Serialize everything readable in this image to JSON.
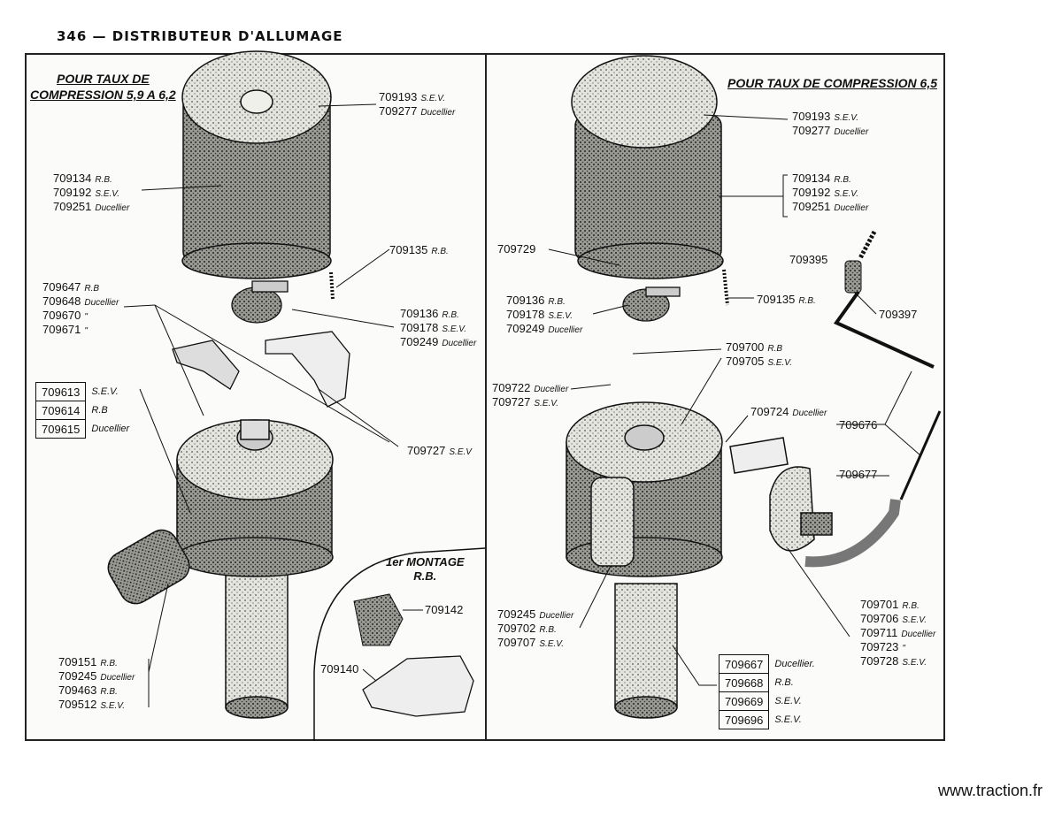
{
  "header": {
    "page_title": "346 — DISTRIBUTEUR D'ALLUMAGE"
  },
  "footer": {
    "site": "www.traction.fr"
  },
  "left_panel": {
    "title_line1": "POUR TAUX DE",
    "title_line2": "COMPRESSION 5,9 A 6,2",
    "labels": [
      {
        "lines": [
          [
            "709193",
            "S.E.V."
          ],
          [
            "709277",
            "Ducellier"
          ]
        ]
      },
      {
        "lines": [
          [
            "709134",
            "R.B."
          ],
          [
            "709192",
            "S.E.V."
          ],
          [
            "709251",
            "Ducellier"
          ]
        ]
      },
      {
        "lines": [
          [
            "709135",
            "R.B."
          ]
        ]
      },
      {
        "lines": [
          [
            "709647",
            "R.B"
          ],
          [
            "709648",
            "Ducellier"
          ],
          [
            "709670",
            "\""
          ],
          [
            "709671",
            "\""
          ]
        ]
      },
      {
        "lines": [
          [
            "709136",
            "R.B."
          ],
          [
            "709178",
            "S.E.V."
          ],
          [
            "709249",
            "Ducellier"
          ]
        ]
      },
      {
        "lines": [
          [
            "709727",
            "S.E.V"
          ]
        ]
      },
      {
        "lines": [
          [
            "709151",
            "R.B."
          ],
          [
            "709245",
            "Ducellier"
          ],
          [
            "709463",
            "R.B."
          ],
          [
            "709512",
            "S.E.V."
          ]
        ]
      }
    ],
    "boxed": [
      {
        "num": "709613",
        "mfr": "S.E.V."
      },
      {
        "num": "709614",
        "mfr": "R.B"
      },
      {
        "num": "709615",
        "mfr": "Ducellier"
      }
    ],
    "montage_line1": "1er MONTAGE",
    "montage_line2": "R.B.",
    "montage_labels": [
      {
        "lines": [
          [
            "709142",
            ""
          ]
        ]
      },
      {
        "lines": [
          [
            "709140",
            ""
          ]
        ]
      }
    ]
  },
  "right_panel": {
    "title": "POUR TAUX DE COMPRESSION 6,5",
    "labels": [
      {
        "lines": [
          [
            "709193",
            "S.E.V."
          ],
          [
            "709277",
            "Ducellier"
          ]
        ]
      },
      {
        "lines": [
          [
            "709134",
            "R.B."
          ],
          [
            "709192",
            "S.E.V."
          ],
          [
            "709251",
            "Ducellier"
          ]
        ]
      },
      {
        "lines": [
          [
            "709729",
            ""
          ]
        ]
      },
      {
        "lines": [
          [
            "709395",
            ""
          ]
        ]
      },
      {
        "lines": [
          [
            "709136",
            "R.B."
          ],
          [
            "709178",
            "S.E.V."
          ],
          [
            "709249",
            "Ducellier"
          ]
        ]
      },
      {
        "lines": [
          [
            "709135",
            "R.B."
          ]
        ]
      },
      {
        "lines": [
          [
            "709397",
            ""
          ]
        ]
      },
      {
        "lines": [
          [
            "709700",
            "R.B"
          ],
          [
            "709705",
            "S.E.V."
          ]
        ]
      },
      {
        "lines": [
          [
            "709722",
            "Ducellier"
          ],
          [
            "709727",
            "S.E.V."
          ]
        ]
      },
      {
        "lines": [
          [
            "709724",
            "Ducellier"
          ]
        ]
      },
      {
        "lines": [
          [
            "709676",
            ""
          ]
        ]
      },
      {
        "lines": [
          [
            "709677",
            ""
          ]
        ]
      },
      {
        "lines": [
          [
            "709245",
            "Ducellier"
          ],
          [
            "709702",
            "R.B."
          ],
          [
            "709707",
            "S.E.V."
          ]
        ]
      },
      {
        "lines": [
          [
            "709701",
            "R.B."
          ],
          [
            "709706",
            "S.E.V."
          ],
          [
            "709711",
            "Ducellier"
          ],
          [
            "709723",
            "\""
          ],
          [
            "709728",
            "S.E.V."
          ]
        ]
      }
    ],
    "boxed": [
      {
        "num": "709667",
        "mfr": "Ducellier."
      },
      {
        "num": "709668",
        "mfr": "R.B."
      },
      {
        "num": "709669",
        "mfr": "S.E.V."
      },
      {
        "num": "709696",
        "mfr": "S.E.V."
      }
    ]
  }
}
